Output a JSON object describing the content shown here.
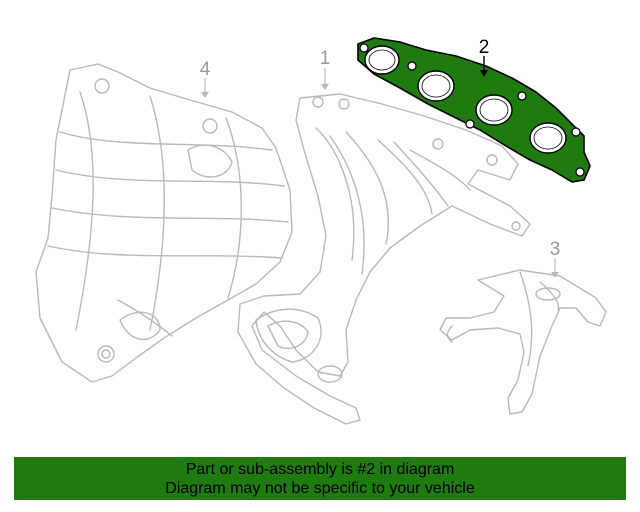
{
  "diagram": {
    "callouts": [
      {
        "id": "1",
        "label": "1",
        "highlighted": false
      },
      {
        "id": "2",
        "label": "2",
        "highlighted": true
      },
      {
        "id": "3",
        "label": "3",
        "highlighted": false
      },
      {
        "id": "4",
        "label": "4",
        "highlighted": false
      }
    ],
    "colors": {
      "highlight_fill": "#1f7a10",
      "highlight_stroke": "#000000",
      "ghost_stroke": "#b9b9b9",
      "callout_text_highlighted": "#000000",
      "callout_text_default": "#9a9a9a"
    }
  },
  "banner": {
    "line1": "Part or sub-assembly is #2 in diagram",
    "line2": "Diagram may not be specific to your vehicle",
    "background": "#1f7a10"
  }
}
